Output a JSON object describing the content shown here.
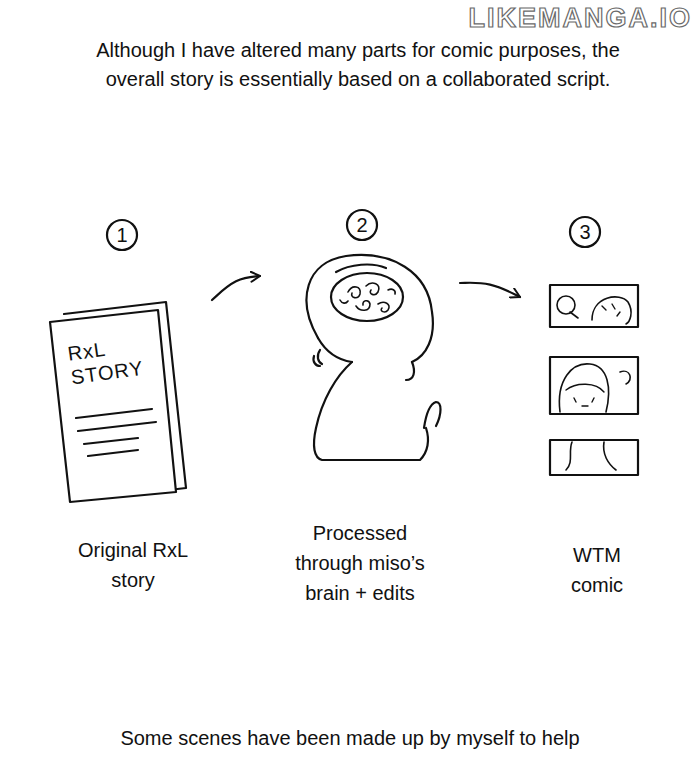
{
  "diagram": {
    "title": "Although I have altered many parts for comic purposes, the overall story is essentially based on a collaborated script.",
    "nodes": [
      {
        "text": [
          "1",
          "RxL STORY",
          "Original RxL story"
        ]
      },
      {
        "text": [
          "2",
          "Processed through miso’s brain + edits"
        ]
      },
      {
        "text": [
          "3",
          "WTM comic"
        ]
      }
    ],
    "edges": [
      {
        "from": 0,
        "to": 1,
        "arrow": "to"
      },
      {
        "from": 1,
        "to": 2,
        "arrow": "to"
      }
    ],
    "labels": [
      "LIKEMANGA.IO",
      "Some scenes have been made up by myself to help"
    ]
  }
}
